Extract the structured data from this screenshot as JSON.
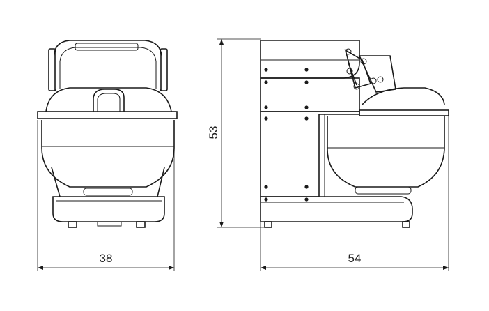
{
  "dimensions": {
    "front_width": "38",
    "side_height": "53",
    "side_width": "54"
  },
  "views": [
    "front-view",
    "side-view"
  ],
  "colors": {
    "line": "#1a1a1a",
    "background": "#ffffff"
  }
}
